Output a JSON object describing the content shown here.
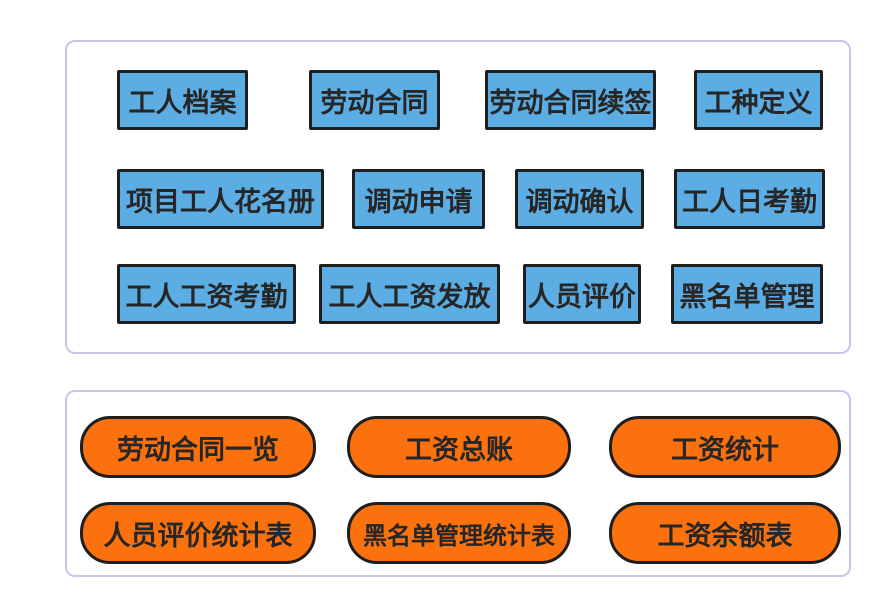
{
  "panels": {
    "functions": {
      "buttons": [
        "工人档案",
        "劳动合同",
        "劳动合同续签",
        "工种定义",
        "项目工人花名册",
        "调动申请",
        "调动确认",
        "工人日考勤",
        "工人工资考勤",
        "工人工资发放",
        "人员评价",
        "黑名单管理"
      ]
    },
    "reports": {
      "buttons": [
        "劳动合同一览",
        "工资总账",
        "工资统计",
        "人员评价统计表",
        "黑名单管理统计表",
        "工资余额表"
      ]
    }
  },
  "colors": {
    "function_button_fill": "#5cade3",
    "report_button_fill": "#fa710d",
    "button_border": "#1e1e1e",
    "button_text": "#262626",
    "panel_border": "#c9c4ee",
    "background": "#ffffff"
  }
}
